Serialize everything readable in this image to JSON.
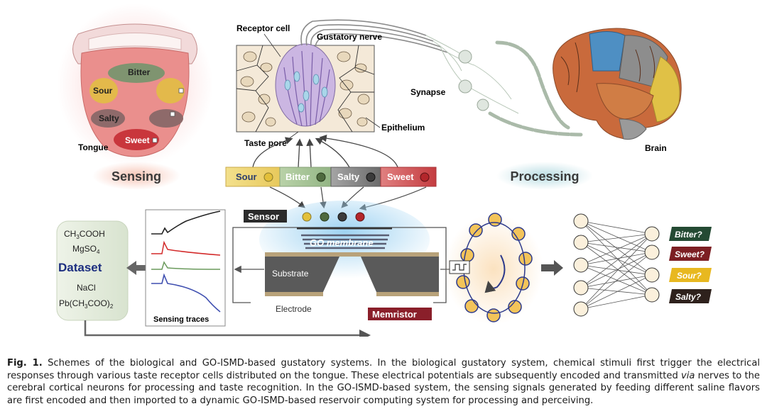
{
  "figure": {
    "labels": {
      "tongue": "Tongue",
      "receptor_cell": "Receptor cell",
      "gustatory_nerve": "Gustatory nerve",
      "synapse": "Synapse",
      "epithelium": "Epithelium",
      "taste_pore": "Taste pore",
      "brain": "Brain",
      "sensing": "Sensing",
      "processing": "Processing",
      "sensor": "Sensor",
      "memristor": "Memristor",
      "go_membrane": "GO membrane",
      "substrate": "Substrate",
      "electrode": "Electrode",
      "sensing_traces": "Sensing traces"
    },
    "tongue_regions": [
      "Bitter",
      "Sour",
      "Salty",
      "Sweet"
    ],
    "tastes": [
      {
        "label": "Sour",
        "color": "#e8c85a"
      },
      {
        "label": "Bitter",
        "color": "#9dbb8c"
      },
      {
        "label": "Salty",
        "color": "#6f6f6f"
      },
      {
        "label": "Sweet",
        "color": "#c9494d"
      }
    ],
    "dataset": {
      "title": "Dataset",
      "items": [
        {
          "main": "CH",
          "sub": "3",
          "tail": "COOH"
        },
        {
          "main": "MgSO",
          "sub": "4",
          "tail": ""
        },
        {
          "main": "NaCl",
          "sub": "",
          "tail": ""
        },
        {
          "main": "Pb(CH",
          "sub": "3",
          "tail": "COO)",
          "sub2": "2"
        }
      ]
    },
    "outputs": [
      {
        "label": "Bitter?",
        "color": "#244a33"
      },
      {
        "label": "Sweet?",
        "color": "#7c1f23"
      },
      {
        "label": "Sour?",
        "color": "#e8b820"
      },
      {
        "label": "Salty?",
        "color": "#2e211c"
      }
    ]
  },
  "caption": {
    "fig_number": "Fig. 1.",
    "text_1": "  Schemes of the biological and GO-ISMD-based gustatory systems. In the biological gustatory system, chemical stimuli first trigger the electrical responses through various taste receptor cells distributed on the tongue. These electrical potentials are subsequently encoded and transmitted ",
    "text_via": "via",
    "text_2": " nerves to the cerebral cortical neurons for processing and taste recognition. In the GO-ISMD-based system, the sensing signals generated by feeding different saline flavors are first encoded and then imported to a dynamic GO-ISMD-based reservoir computing system for processing and perceiving."
  }
}
